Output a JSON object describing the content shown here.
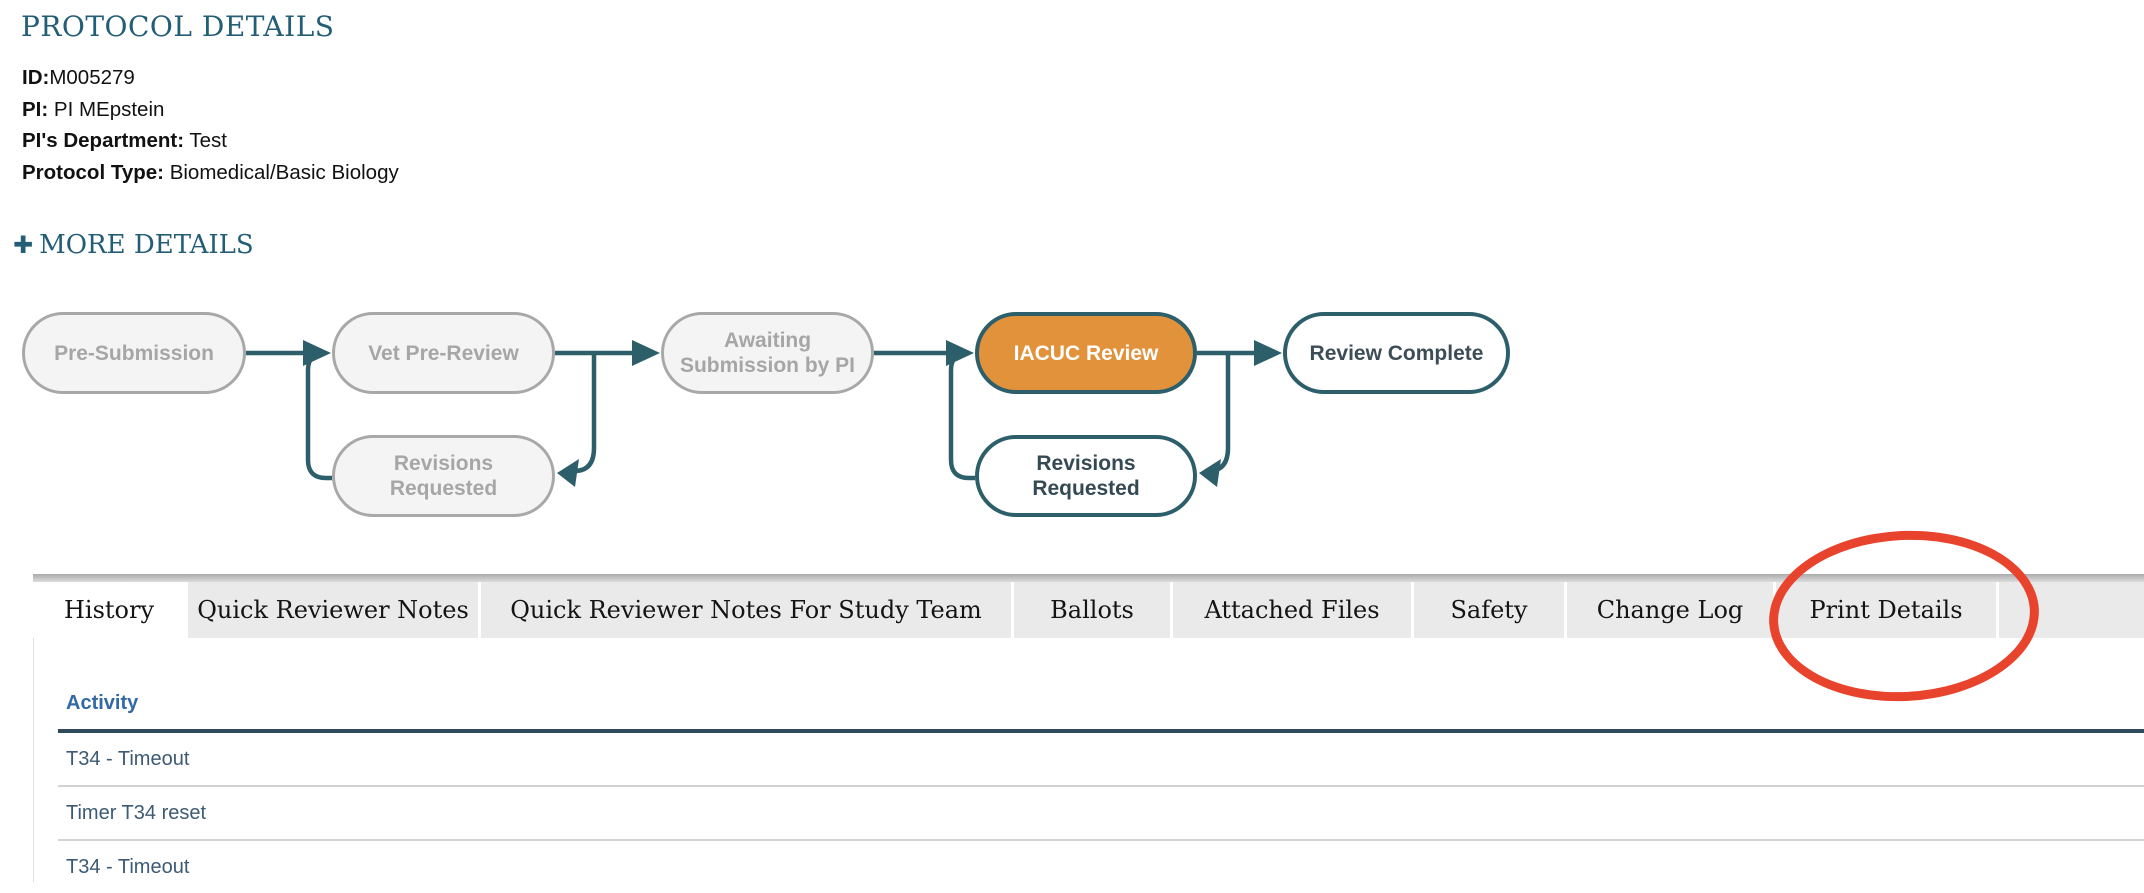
{
  "header": {
    "title": "PROTOCOL DETAILS",
    "fields": [
      {
        "label": "ID:",
        "value": "M005279"
      },
      {
        "label": "PI:",
        "value": " PI MEpstein"
      },
      {
        "label": "PI's Department:",
        "value": " Test"
      },
      {
        "label": "Protocol Type:",
        "value": " Biomedical/Basic Biology"
      }
    ],
    "more_details": {
      "icon": "plus-icon",
      "plus_glyph": "✚",
      "label": "MORE DETAILS"
    }
  },
  "workflow": {
    "nodes": [
      {
        "id": "pre-submission",
        "label": "Pre-Submission",
        "state": "past"
      },
      {
        "id": "vet-pre-review",
        "label": "Vet Pre-Review",
        "state": "past"
      },
      {
        "id": "revisions-requested-vet",
        "label": "Revisions Requested",
        "state": "past"
      },
      {
        "id": "awaiting-submission-by-pi",
        "label": "Awaiting Submission by PI",
        "state": "past"
      },
      {
        "id": "iacuc-review",
        "label": "IACUC Review",
        "state": "current"
      },
      {
        "id": "revisions-requested-iacuc",
        "label": "Revisions Requested",
        "state": "option"
      },
      {
        "id": "review-complete",
        "label": "Review Complete",
        "state": "future"
      }
    ],
    "colors": {
      "current_fill": "#E2923B",
      "edge_teal": "#2D5F6B",
      "past_border": "#A8A8A8",
      "past_fill": "#F4F4F4",
      "past_text": "#A6A6A6"
    }
  },
  "tabs": {
    "items": [
      {
        "label": "History",
        "active": true
      },
      {
        "label": "Quick Reviewer Notes",
        "active": false
      },
      {
        "label": "Quick Reviewer Notes For Study Team",
        "active": false
      },
      {
        "label": "Ballots",
        "active": false
      },
      {
        "label": "Attached Files",
        "active": false
      },
      {
        "label": "Safety",
        "active": false
      },
      {
        "label": "Change Log",
        "active": false
      },
      {
        "label": "Print Details",
        "active": false,
        "annotated": true
      }
    ],
    "annotation": {
      "shape": "hand-drawn-circle",
      "color": "#E8432C",
      "target": "Print Details"
    }
  },
  "activity_table": {
    "header": "Activity",
    "header_color": "#3368A4",
    "rows": [
      {
        "activity": "T34 - Timeout"
      },
      {
        "activity": "Timer T34 reset"
      },
      {
        "activity": "T34 - Timeout"
      }
    ]
  }
}
